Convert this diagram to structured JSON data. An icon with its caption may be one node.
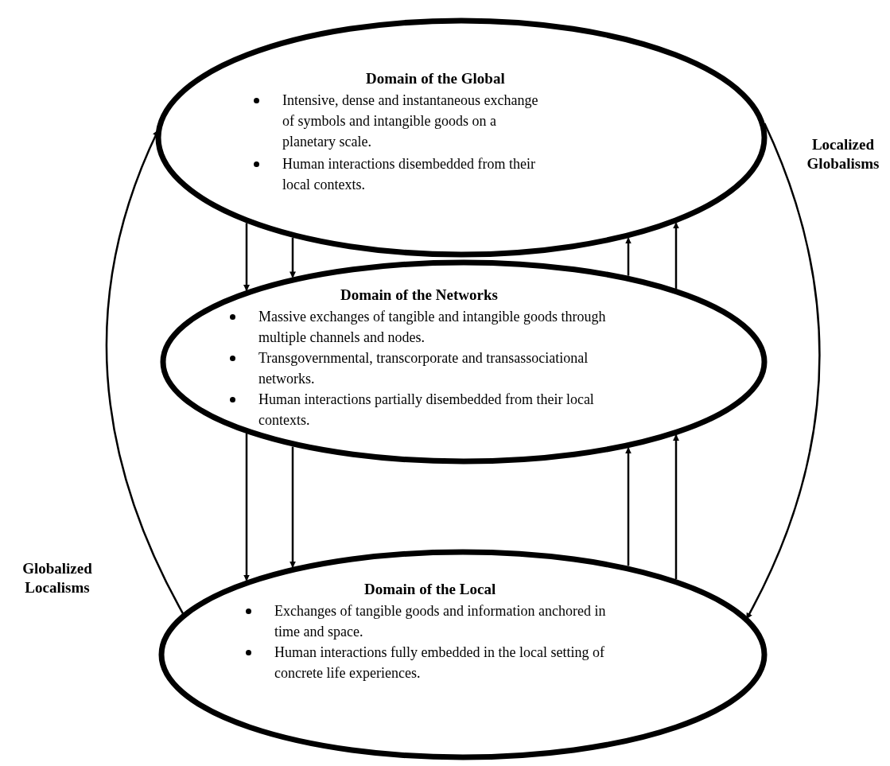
{
  "diagram": {
    "nodes": [
      {
        "text": [
          "Domain of the Global",
          "Intensive, dense and instantaneous exchange of symbols and intangible goods on a planetary scale.",
          "Human interactions disembedded from their local contexts."
        ]
      },
      {
        "text": [
          "Domain of the Networks",
          "Massive exchanges of tangible and intangible goods through multiple channels and nodes.",
          "Transgovernmental, transcorporate and transassociational networks.",
          "Human interactions partially disembedded from their local contexts."
        ]
      },
      {
        "text": [
          "Domain of the Local",
          "Exchanges of tangible goods and information anchored in time and space.",
          "Human interactions fully embedded in the local setting of concrete life experiences."
        ]
      }
    ],
    "edges": [
      {
        "from": 0,
        "to": 2,
        "arrow": "to",
        "label": "Localized Globalisms"
      },
      {
        "from": 2,
        "to": 0,
        "arrow": "to",
        "label": "Globalized Localisms"
      },
      {
        "from": 0,
        "to": 1,
        "arrow": "to"
      },
      {
        "from": 0,
        "to": 1,
        "arrow": "to"
      },
      {
        "from": 1,
        "to": 0,
        "arrow": "to"
      },
      {
        "from": 1,
        "to": 0,
        "arrow": "to"
      },
      {
        "from": 1,
        "to": 2,
        "arrow": "to"
      },
      {
        "from": 1,
        "to": 2,
        "arrow": "to"
      },
      {
        "from": 2,
        "to": 1,
        "arrow": "to"
      },
      {
        "from": 2,
        "to": 1,
        "arrow": "to"
      }
    ]
  }
}
